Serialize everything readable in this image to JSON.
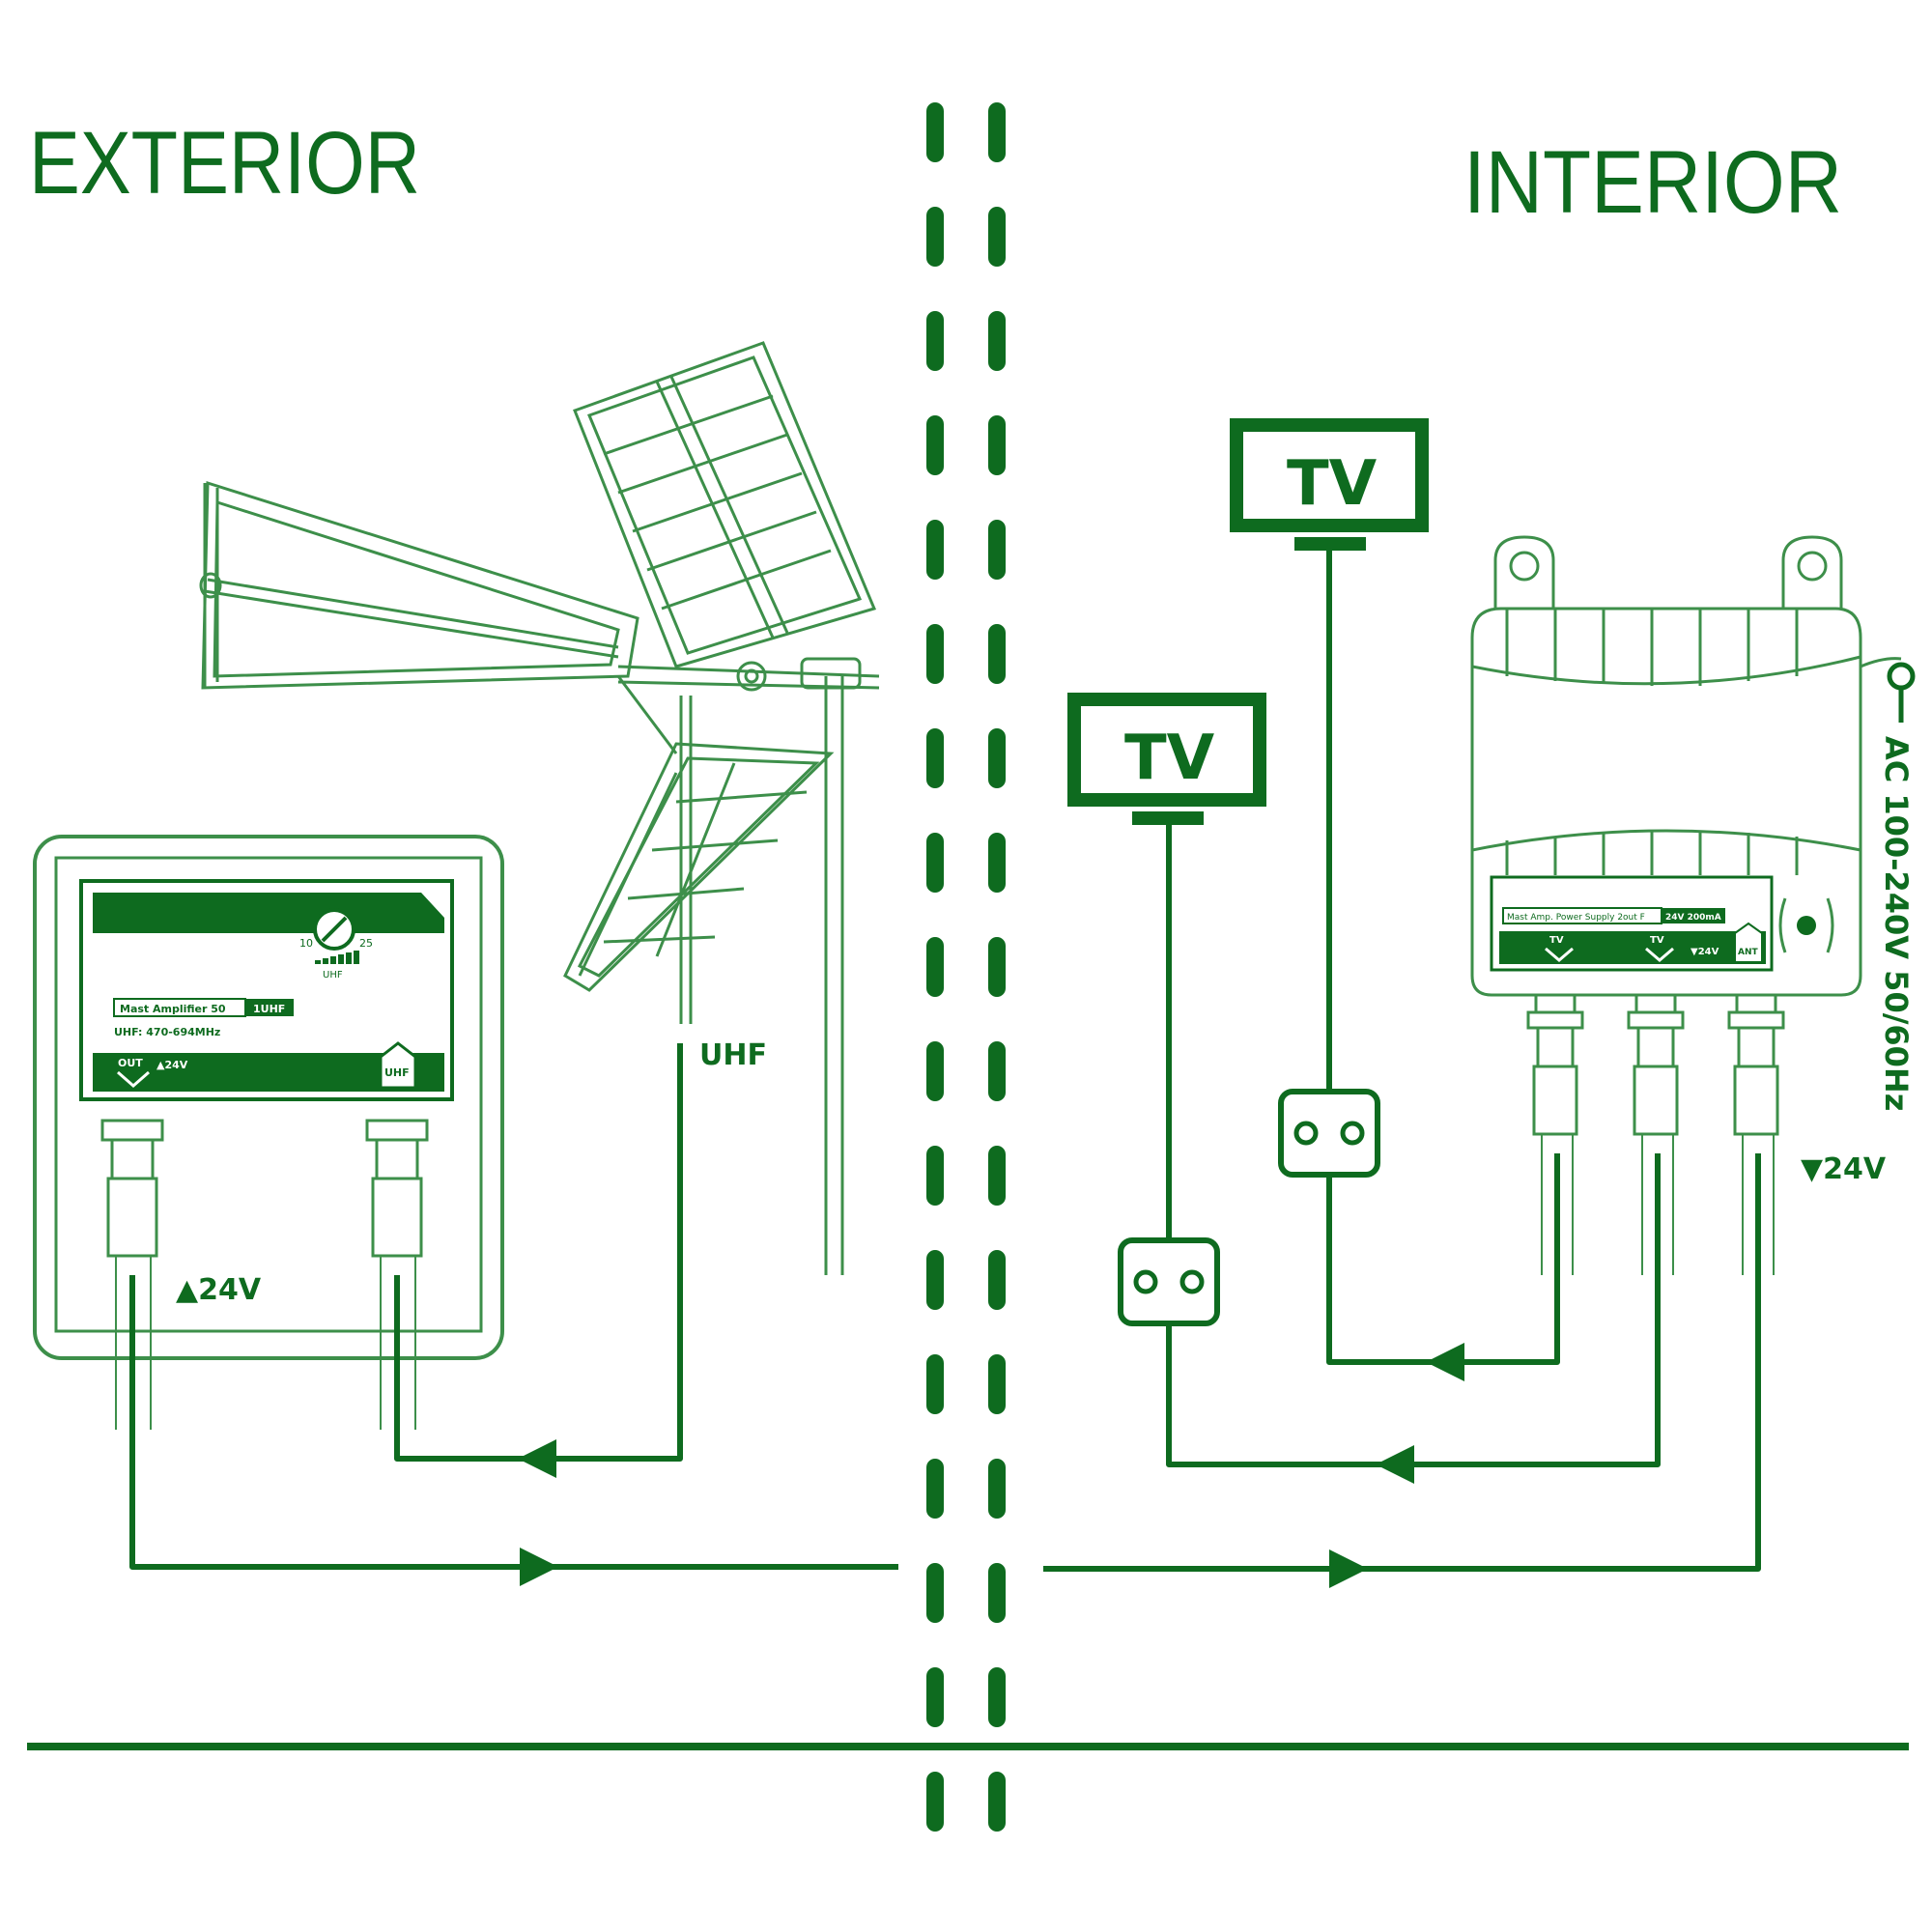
{
  "colors": {
    "primary": "#0e6b1f",
    "light": "#3d8f4a",
    "background": "#ffffff"
  },
  "zones": {
    "exterior_label": "EXTERIOR",
    "interior_label": "INTERIOR"
  },
  "antenna": {
    "output_label": "UHF"
  },
  "mast_amplifier": {
    "product_label": "Mast Amplifier 50",
    "band_badge": "1UHF",
    "band_spec": "UHF: 470-694MHz",
    "out_port_label": "OUT",
    "power_indicator": "▲24V",
    "in_port_label": "UHF",
    "gain_min": "10",
    "gain_max": "25",
    "gain_band": "UHF",
    "cable_power_label": "▲24V"
  },
  "tv_1": {
    "label": "TV"
  },
  "tv_2": {
    "label": "TV"
  },
  "power_supply": {
    "product_label": "Mast Amp. Power Supply 2out F",
    "rating_label": "24V 200mA",
    "tv_port_1_label": "TV",
    "tv_port_2_label": "TV",
    "power_port_label": "▼24V",
    "ant_port_label": "ANT",
    "ac_input_label": "AC 100-240V 50/60Hz",
    "cable_power_label": "▼24V"
  }
}
